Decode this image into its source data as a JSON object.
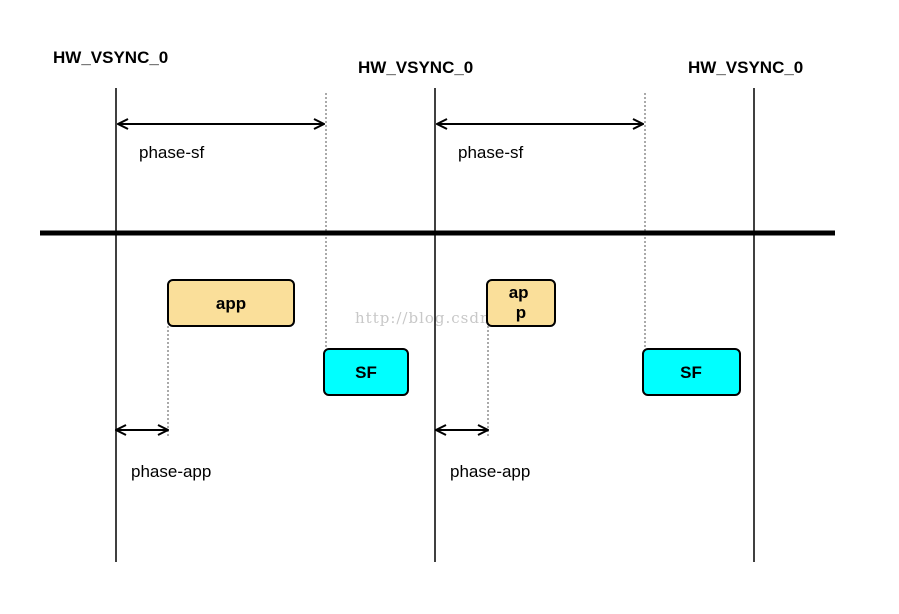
{
  "vsync_labels": [
    "HW_VSYNC_0",
    "HW_VSYNC_0",
    "HW_VSYNC_0"
  ],
  "phase_sf_labels": [
    "phase-sf",
    "phase-sf"
  ],
  "phase_app_labels": [
    "phase-app",
    "phase-app"
  ],
  "app_boxes": [
    {
      "label": "app"
    },
    {
      "label": "ap\np"
    }
  ],
  "sf_boxes": [
    {
      "label": "SF"
    },
    {
      "label": "SF"
    }
  ],
  "watermark": "http://blog.csdn.net/",
  "colors": {
    "app_fill": "#fadf9a",
    "sf_fill": "#00ffff",
    "line": "#000000",
    "watermark": "#c8c8c8"
  }
}
